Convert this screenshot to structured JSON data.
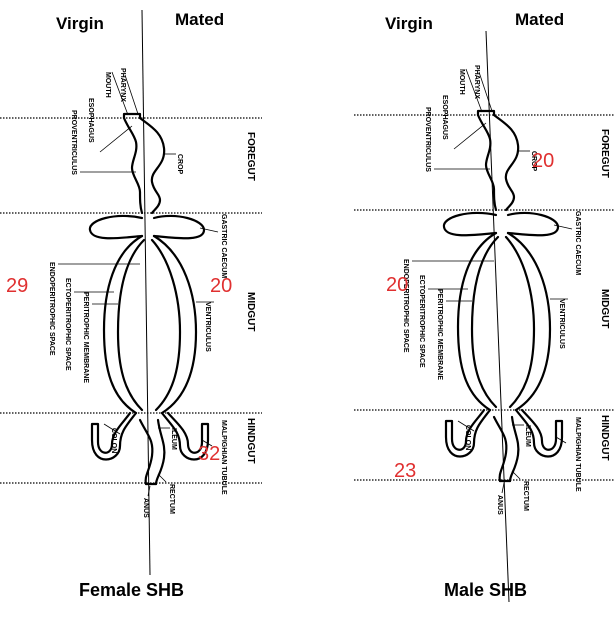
{
  "accent_color": "#e03030",
  "panels": [
    {
      "virgin_label": "Virgin",
      "mated_label": "Mated",
      "caption": "Female SHB",
      "numbers": [
        "29",
        "20",
        "32"
      ]
    },
    {
      "virgin_label": "Virgin",
      "mated_label": "Mated",
      "caption": "Male SHB",
      "numbers": [
        "20",
        "20",
        "23"
      ]
    }
  ],
  "anatomy": {
    "mouth": "MOUTH",
    "pharynx": "PHARYNX",
    "esophagus": "ESOPHAGUS",
    "proventriculus": "PROVENTRICULUS",
    "crop": "CROP",
    "gastric_caecum": "GASTRIC CAECUM",
    "endoperitrophic_space": "ENDOPERITROPHIC SPACE",
    "ectoperitrophic_space": "ECTOPERITROPHIC SPACE",
    "peritrophic_membrane": "PERITROPHIC MEMBRANE",
    "ventriculus": "VENTRICULUS",
    "colon": "COLON",
    "ileum": "ILEUM",
    "malpighian_tubule": "MALPIGHIAN TUBULE",
    "anus": "ANUS",
    "rectum": "RECTUM",
    "foregut": "FOREGUT",
    "midgut": "MIDGUT",
    "hindgut": "HINDGUT"
  }
}
